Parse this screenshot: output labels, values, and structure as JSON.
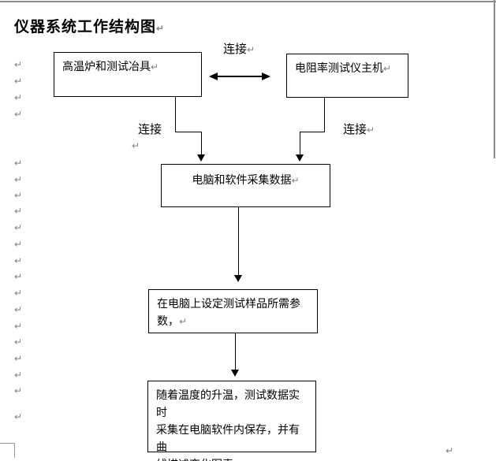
{
  "page": {
    "title": "仪器系统工作结构图"
  },
  "flowchart": {
    "boxes": [
      {
        "id": "furnace-jig",
        "label": "高温炉和测试冶具"
      },
      {
        "id": "resistivity-host",
        "label": "电阻率测试仪主机"
      },
      {
        "id": "computer-software",
        "label": "电脑和软件采集数据"
      },
      {
        "id": "set-params",
        "label": "在电脑上设定测试样品所需参\n数，"
      },
      {
        "id": "data-recording",
        "label": "随着温度的升温，测试数据实时\n采集在电脑软件内保存，并有曲\n线描述变化图表"
      }
    ],
    "labels": {
      "connect_top": "连接",
      "connect_left": "连接",
      "connect_right": "连接"
    }
  },
  "formatting": {
    "pilcrow": "↵"
  },
  "colors": {
    "line": "#000000",
    "formatting_mark": "#808080",
    "page_edge": "#8a8a8a"
  }
}
